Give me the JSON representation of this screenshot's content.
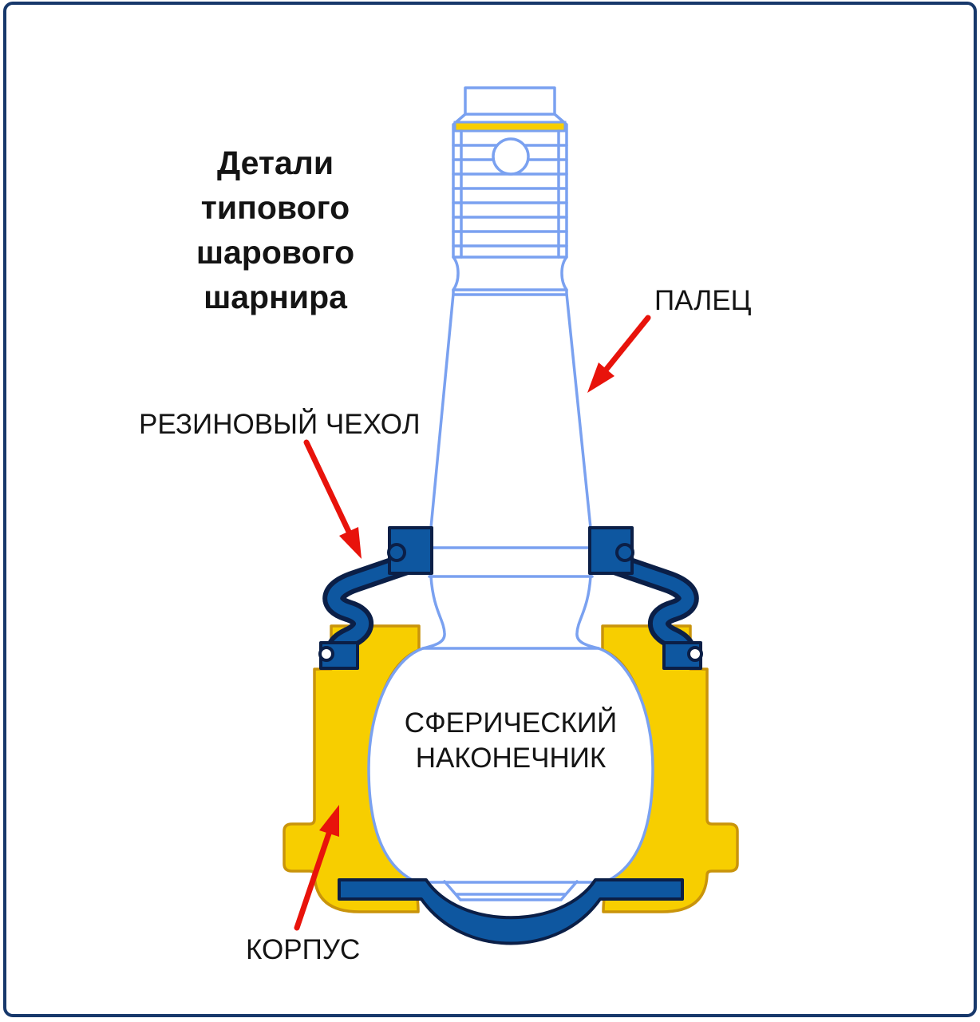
{
  "diagram": {
    "title": "Детали\nтипового\nшарового\nшарнира",
    "labels": {
      "stud": "ПАЛЕЦ",
      "boot": "РЕЗИНОВЫЙ ЧЕХОЛ",
      "ball": "СФЕРИЧЕСКИЙ\nНАКОНЕЧНИК",
      "housing": "КОРПУС"
    },
    "colors": {
      "outline_blue": "#7AA1F0",
      "boot_fill": "#0E57A0",
      "boot_stroke": "#0B1F47",
      "housing_fill": "#F7CE00",
      "housing_stroke": "#C9940B",
      "arrow_red": "#E8130B",
      "border": "#17386B",
      "text": "#141414"
    }
  }
}
